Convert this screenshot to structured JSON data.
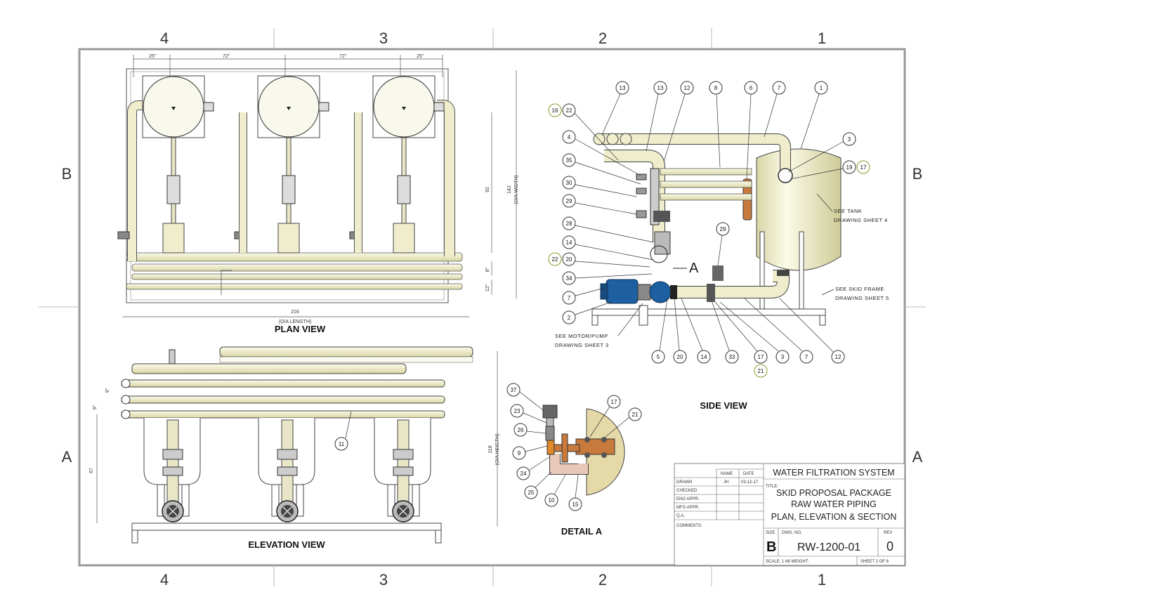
{
  "border": {
    "zones_top": [
      "4",
      "3",
      "2",
      "1"
    ],
    "zones_bottom": [
      "4",
      "3",
      "2",
      "1"
    ],
    "zones_left": [
      "B",
      "A"
    ],
    "zones_right": [
      "B",
      "A"
    ]
  },
  "views": {
    "plan": "PLAN VIEW",
    "elevation": "ELEVATION VIEW",
    "side": "SIDE VIEW",
    "detail": "DETAIL A"
  },
  "dimensions": {
    "plan_top": [
      "25\"",
      "72\"",
      "72\"",
      "25\""
    ],
    "plan_length": "216",
    "plan_length_note": "(O/A LENGTH)",
    "plan_width": "142",
    "plan_width_note": "(O/A WIDTH)",
    "plan_inner": "92",
    "plan_small1": "8\"",
    "plan_small2": "12\"",
    "elev_height": "118",
    "elev_height_note": "(O/A HEIGTH)",
    "elev_67": "67",
    "elev_9a": "9\"",
    "elev_9b": "9\""
  },
  "section_marker": "A",
  "side_balloons": {
    "top_row": [
      "13",
      "13",
      "12",
      "8",
      "6",
      "7",
      "1"
    ],
    "left_col": [
      "22",
      "4",
      "35",
      "30",
      "29",
      "28",
      "14",
      "20",
      "34",
      "7",
      "2"
    ],
    "right": [
      "3",
      "19",
      "29"
    ],
    "bottom_row": [
      "5",
      "20",
      "14",
      "33",
      "17",
      "3",
      "7",
      "12"
    ],
    "green": [
      "16",
      "17",
      "22",
      "21"
    ]
  },
  "elev_balloon": "11",
  "detail_balloons": [
    "37",
    "23",
    "26",
    "9",
    "24",
    "25",
    "10",
    "15",
    "17",
    "21"
  ],
  "notes": {
    "tank": [
      "SEE TANK",
      "DRAWING SHEET 4"
    ],
    "skid": [
      "SEE SKID FRAME",
      "DRAWING SHEET 5"
    ],
    "motor": [
      "SEE MOTOR/PUMP",
      "DRAWING SHEET 3"
    ]
  },
  "title_block": {
    "company": "WATER FILTRATION SYSTEM",
    "title_label": "TITLE:",
    "title_lines": [
      "SKID PROPOSAL PACKAGE",
      "RAW WATER PIPING",
      "PLAN, ELEVATION & SECTION"
    ],
    "col_name": "NAME",
    "col_date": "DATE",
    "rows": [
      "DRAWN",
      "CHECKED",
      "ENG APPR.",
      "MFG APPR.",
      "Q.A.",
      "COMMENTS:"
    ],
    "drawn_name": "JH",
    "drawn_date": "03-12-17",
    "size_label": "SIZE",
    "size": "B",
    "dwg_label": "DWG. NO.",
    "dwg_no": "RW-1200-01",
    "rev_label": "REV",
    "rev": "0",
    "scale": "SCALE: 1:48 WEIGHT:",
    "sheet": "SHEET 2 OF 6"
  },
  "colors": {
    "pipe": "#efedcc",
    "motor": "#1d5fa0",
    "flange": "#c87a3c",
    "green_balloon": "#8a9a2a"
  }
}
